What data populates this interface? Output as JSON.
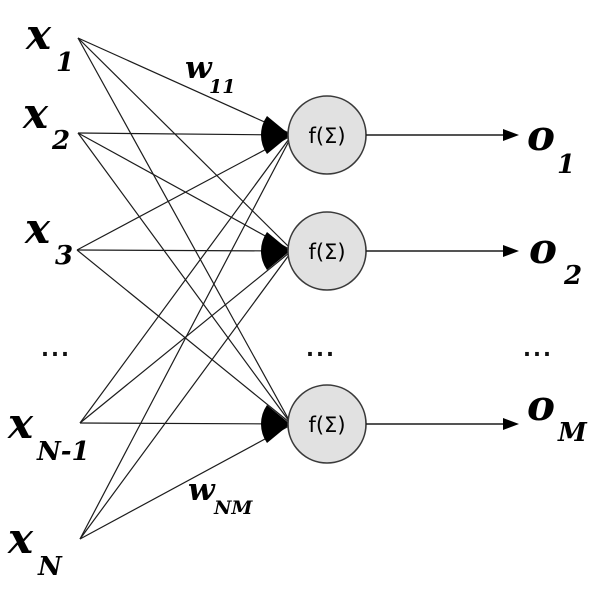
{
  "diagram": {
    "type": "single-layer-neural-network",
    "inputs": [
      {
        "base": "x",
        "sub": "1"
      },
      {
        "base": "x",
        "sub": "2"
      },
      {
        "base": "x",
        "sub": "3"
      },
      {
        "base": "x",
        "sub": "N-1"
      },
      {
        "base": "x",
        "sub": "N"
      }
    ],
    "neurons": [
      {
        "label": "f(Σ)"
      },
      {
        "label": "f(Σ)"
      },
      {
        "label": "f(Σ)"
      }
    ],
    "outputs": [
      {
        "base": "o",
        "sub": "1"
      },
      {
        "base": "o",
        "sub": "2"
      },
      {
        "base": "o",
        "sub": "M"
      }
    ],
    "weights": [
      {
        "base": "w",
        "sub": "11"
      },
      {
        "base": "w",
        "sub": "NM"
      }
    ],
    "ellipsis": {
      "left": "...",
      "middle": "...",
      "right": "..."
    },
    "colors": {
      "background": "#ffffff",
      "neuron_fill": "#e1e1e1",
      "neuron_stroke": "#3a3a3a",
      "line": "#1c1c1c",
      "text": "#000000"
    }
  }
}
